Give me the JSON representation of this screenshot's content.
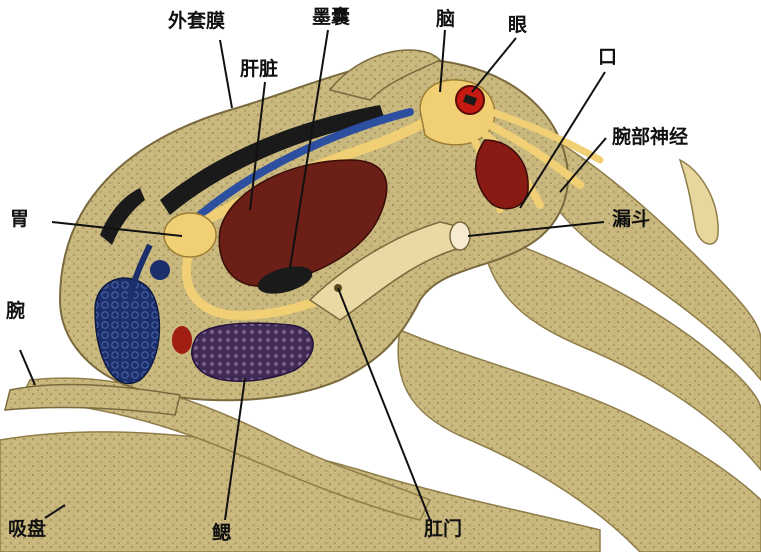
{
  "labels": {
    "mantle": "外套膜",
    "ink_sac": "墨囊",
    "brain": "脑",
    "eye": "眼",
    "liver": "肝脏",
    "mouth": "口",
    "arm_nerve": "腕部神经",
    "stomach": "胃",
    "funnel": "漏斗",
    "arm": "腕",
    "gill": "鳃",
    "anus": "肛门",
    "sucker": "吸盘"
  },
  "colors": {
    "body": "#c9b87e",
    "body_dark": "#9c8a55",
    "organ_yellow": "#f1cf74",
    "liver": "#6b1f16",
    "ink": "#1a1a1a",
    "gill": "#3e2a55",
    "heart_blue": "#1c2f6b",
    "vessel_blue": "#2d4fa0",
    "eye_red": "#c41a12",
    "pointer": "#111111"
  }
}
